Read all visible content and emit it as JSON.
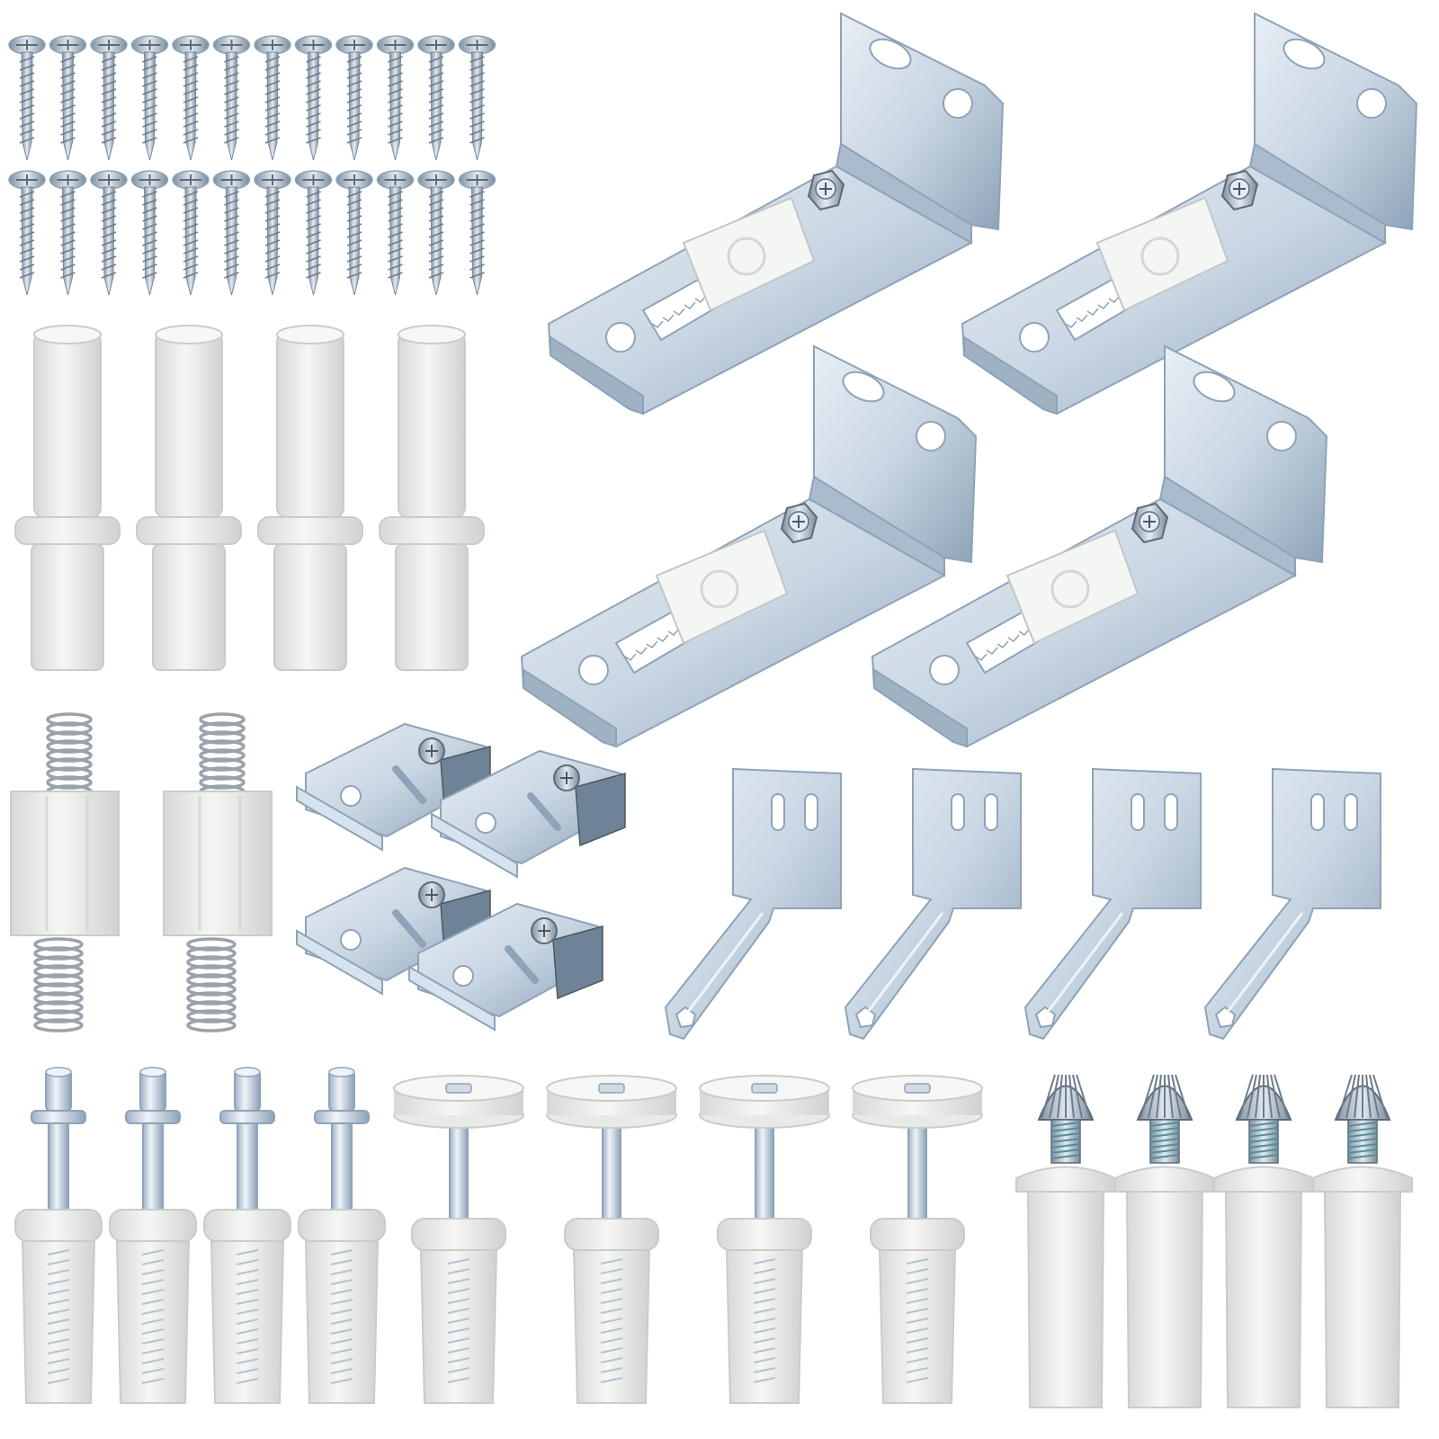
{
  "product": {
    "background": "#ffffff",
    "metal_color": "#c9d6e3",
    "metal_shadow": "#8ea3b8",
    "plastic_color": "#eef0ee",
    "plastic_shadow": "#c9ccc9",
    "spring_color": "#9aa3ab",
    "groups": [
      {
        "name": "wood-screws",
        "count": 24
      },
      {
        "name": "nylon-bushings",
        "count": 4
      },
      {
        "name": "adjustable-l-brackets",
        "count": 4
      },
      {
        "name": "spring-pivot-sockets",
        "count": 2
      },
      {
        "name": "snap-in-track-guides",
        "count": 4
      },
      {
        "name": "offset-jamb-brackets",
        "count": 4
      },
      {
        "name": "pivot-pins-with-sleeves",
        "count": 4
      },
      {
        "name": "roller-guide-wheels",
        "count": 4
      },
      {
        "name": "threaded-top-pins",
        "count": 4
      }
    ]
  }
}
